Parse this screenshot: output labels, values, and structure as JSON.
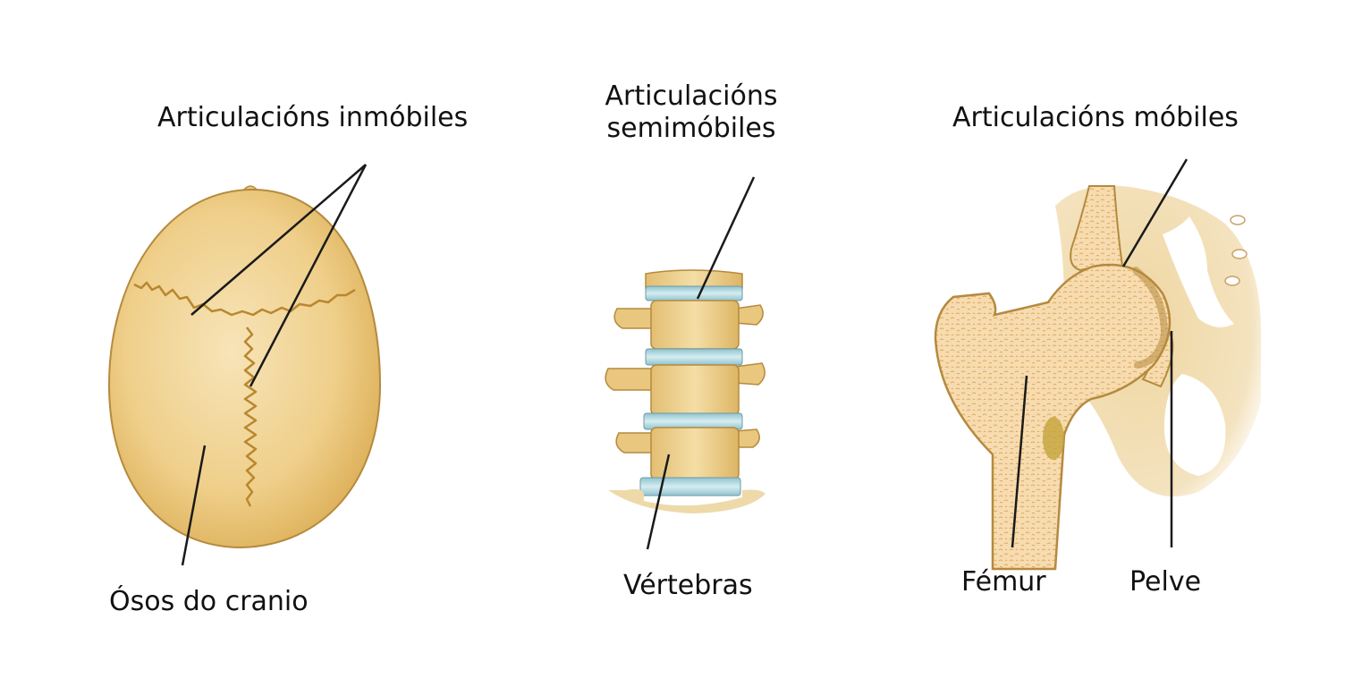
{
  "diagram": {
    "panels": [
      {
        "id": "skull",
        "joint_type_label": "Articulacións inmóbiles",
        "bone_label": "Ósos do cranio"
      },
      {
        "id": "spine",
        "joint_type_label_line1": "Articulacións",
        "joint_type_label_line2": "semimóbiles",
        "bone_label": "Vértebras"
      },
      {
        "id": "hip",
        "joint_type_label": "Articulacións móbiles",
        "bone_labels": [
          "Fémur",
          "Pelve"
        ]
      }
    ],
    "colors": {
      "bone": "#E9C77E",
      "bone_light": "#F3DDA8",
      "bone_outline": "#B58A3E",
      "disc": "#A9D2DB",
      "pelvis": "#F2DDB0",
      "leader_line": "#1a1a1a"
    }
  }
}
